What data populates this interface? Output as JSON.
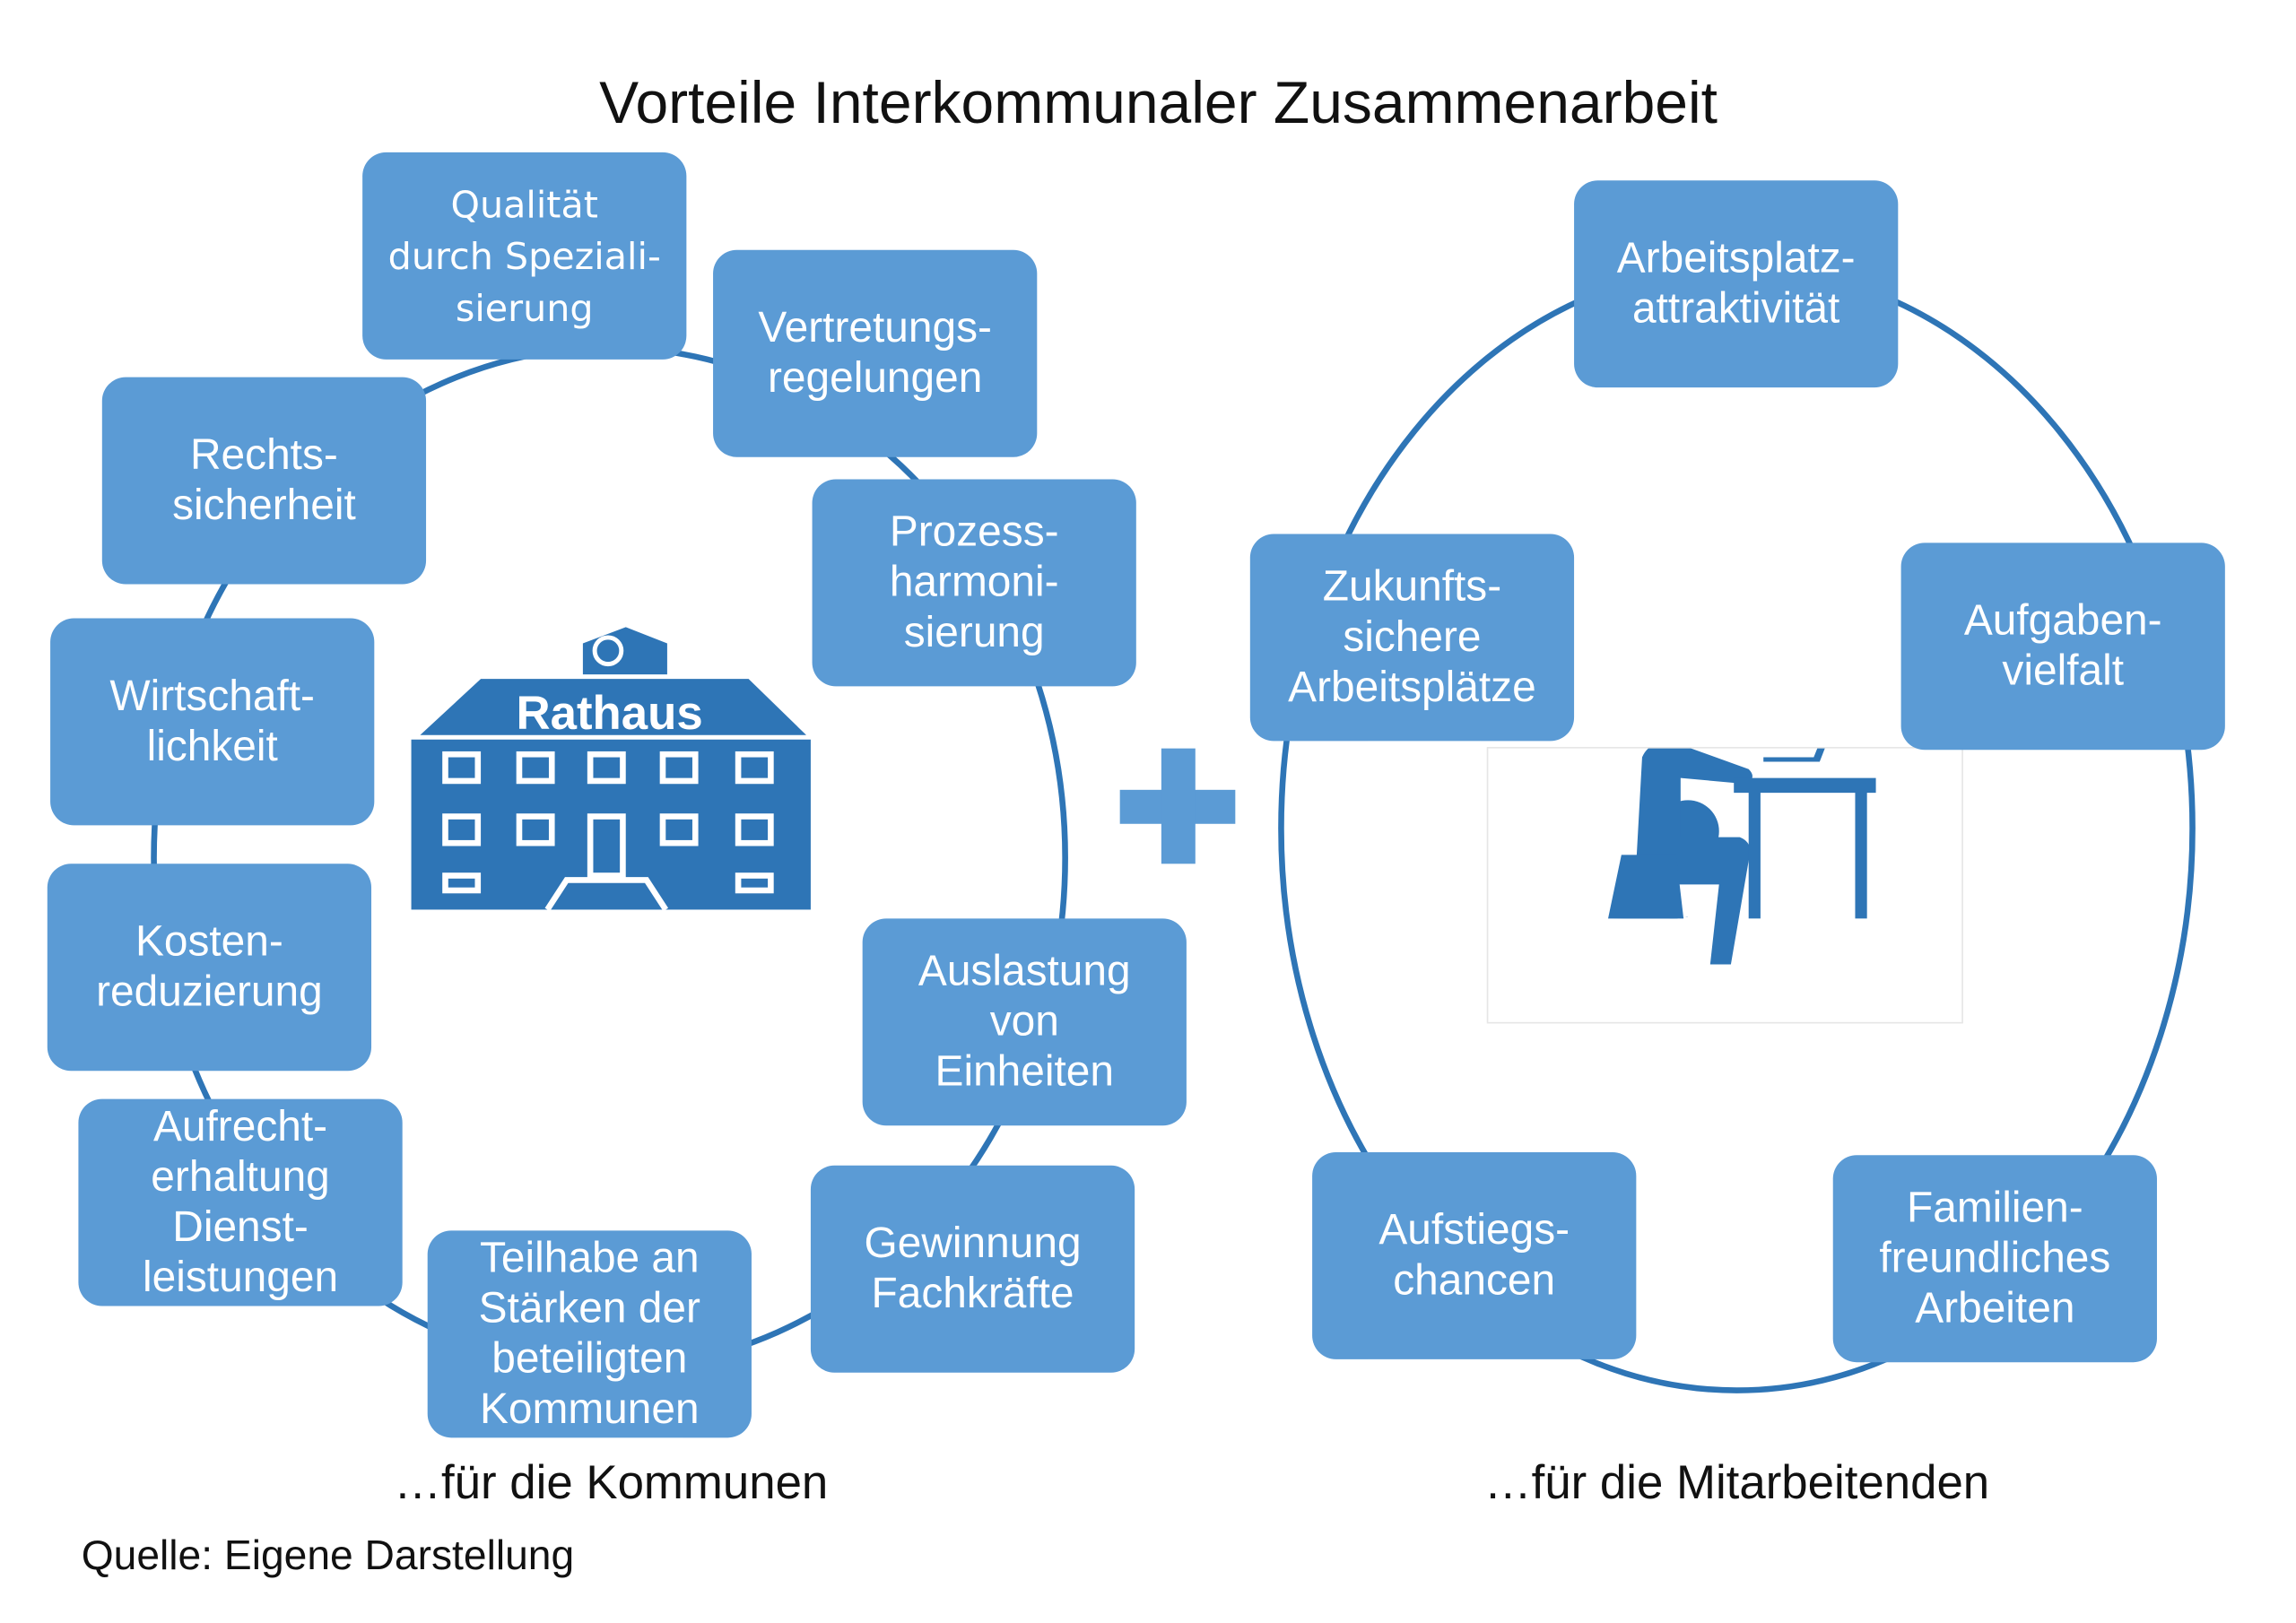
{
  "title": "Vorteile Interkommunaler Zusammenarbeit",
  "left": {
    "caption": "…für die Kommunen",
    "icon_label": "Rathaus",
    "items": [
      "Qualität\ndurch Speziali-\nsierung",
      "Vertretungs-\nregelungen",
      "Rechts-\nsicherheit",
      "Prozess-\nharmoni-\nsierung",
      "Wirtschaft-\nlichkeit",
      "Kosten-\nreduzierung",
      "Auslastung\nvon\nEinheiten",
      "Aufrecht-\nerhaltung\nDienst-\nleistungen",
      "Gewinnung\nFachkräfte",
      "Teilhabe an\nStärken der\nbeteiligten\nKommunen"
    ]
  },
  "right": {
    "caption": "…für die Mitarbeitenden",
    "items": [
      "Arbeitsplatz-\nattraktivität",
      "Zukunfts-\nsichere\nArbeitsplätze",
      "Aufgaben-\nvielfalt",
      "Aufstiegs-\nchancen",
      "Familien-\nfreundliches\nArbeiten"
    ]
  },
  "source": "Quelle: Eigene Darstellung",
  "colors": {
    "box": "#5b9bd5",
    "line": "#2e75b6",
    "icon": "#2e75b6"
  }
}
